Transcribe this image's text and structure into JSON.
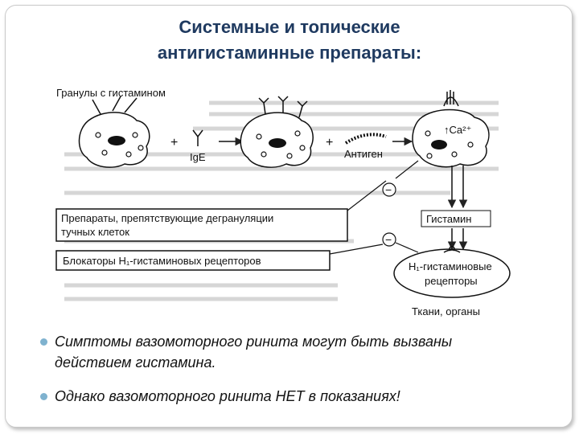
{
  "slide": {
    "title_line1": "Системные и топические",
    "title_line2": "антигистаминные препараты:",
    "bullets": [
      "Симптомы вазомоторного ринита могут быть вызваны действием гистамина.",
      "Однако вазомоторного ринита НЕТ в показаниях!"
    ]
  },
  "diagram": {
    "granules_label": "Гранулы с гистамином",
    "plus1": "+",
    "plus2": "+",
    "ige_label": "IgE",
    "antigen_label": "Антиген",
    "calcium_label": "↑Ca²⁺",
    "minus1": "−",
    "minus2": "−",
    "drug_box1_line1": "Препараты, препятствующие дегрануляции",
    "drug_box1_line2": "тучных клеток",
    "histamine_label": "Гистамин",
    "drug_box2_label": "Блокаторы H₁-гистаминовых рецепторов",
    "receptors_line1": "H₁-гистаминовые",
    "receptors_line2": "рецепторы",
    "tissues_label": "Ткани, органы"
  }
}
